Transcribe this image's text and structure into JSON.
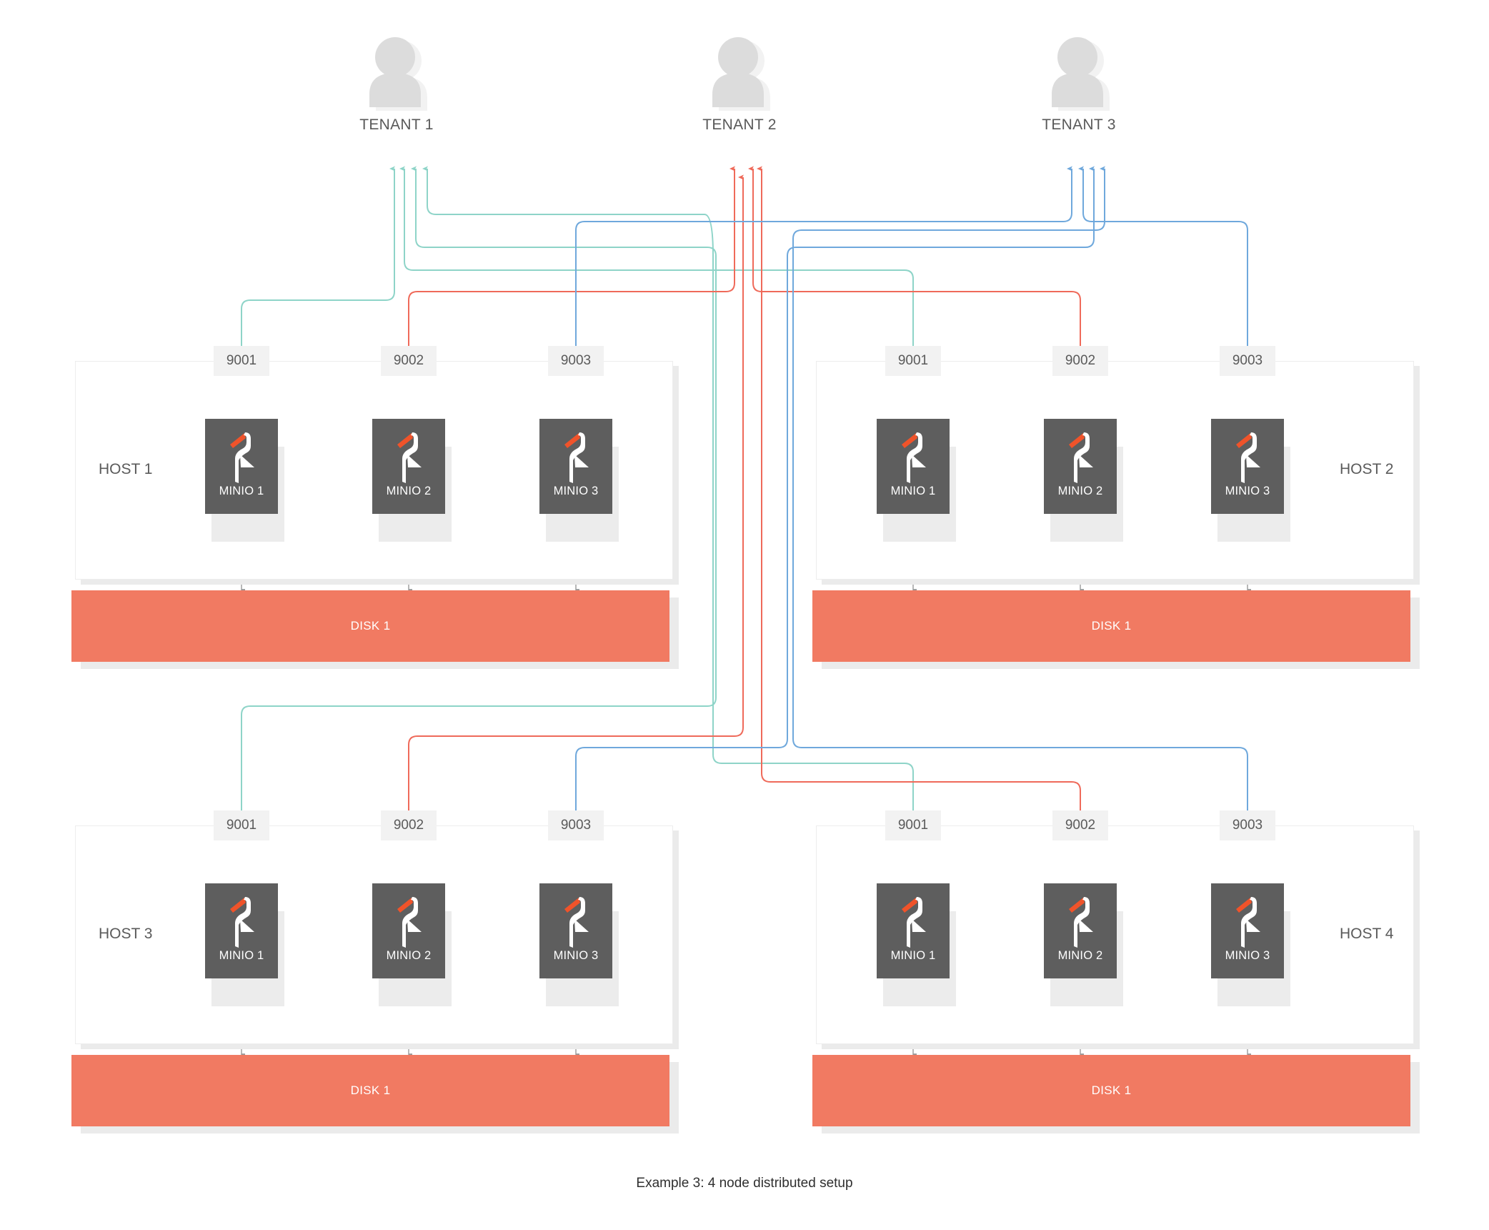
{
  "diagram": {
    "caption": "Example 3: 4 node distributed setup",
    "colors": {
      "tenant1_line": "#8ed4c8",
      "tenant2_line": "#ef6a5a",
      "tenant3_line": "#6fa8dc",
      "node_box": "#5e5e5e",
      "disk": "#f17a62",
      "port_chip": "#f2f2f2",
      "host_border": "#ededed",
      "shadow": "#ebebeb",
      "logo_beak": "#f0532a",
      "logo_body": "#ffffff",
      "tenant_icon": "#dcdcdc"
    }
  },
  "tenants": [
    {
      "label": "TENANT 1",
      "icon": "person-icon",
      "color": "#8ed4c8"
    },
    {
      "label": "TENANT 2",
      "icon": "person-icon",
      "color": "#ef6a5a"
    },
    {
      "label": "TENANT 3",
      "icon": "person-icon",
      "color": "#6fa8dc"
    }
  ],
  "hosts": [
    {
      "label": "HOST 1",
      "label_side": "left",
      "ports": [
        "9001",
        "9002",
        "9003"
      ],
      "nodes": [
        "MINIO 1",
        "MINIO 2",
        "MINIO 3"
      ],
      "disk": "DISK 1",
      "node_icon": "minio-heron-icon"
    },
    {
      "label": "HOST 2",
      "label_side": "right",
      "ports": [
        "9001",
        "9002",
        "9003"
      ],
      "nodes": [
        "MINIO 1",
        "MINIO 2",
        "MINIO 3"
      ],
      "disk": "DISK 1",
      "node_icon": "minio-heron-icon"
    },
    {
      "label": "HOST 3",
      "label_side": "left",
      "ports": [
        "9001",
        "9002",
        "9003"
      ],
      "nodes": [
        "MINIO 1",
        "MINIO 2",
        "MINIO 3"
      ],
      "disk": "DISK 1",
      "node_icon": "minio-heron-icon"
    },
    {
      "label": "HOST 4",
      "label_side": "right",
      "ports": [
        "9001",
        "9002",
        "9003"
      ],
      "nodes": [
        "MINIO 1",
        "MINIO 2",
        "MINIO 3"
      ],
      "disk": "DISK 1",
      "node_icon": "minio-heron-icon"
    }
  ]
}
